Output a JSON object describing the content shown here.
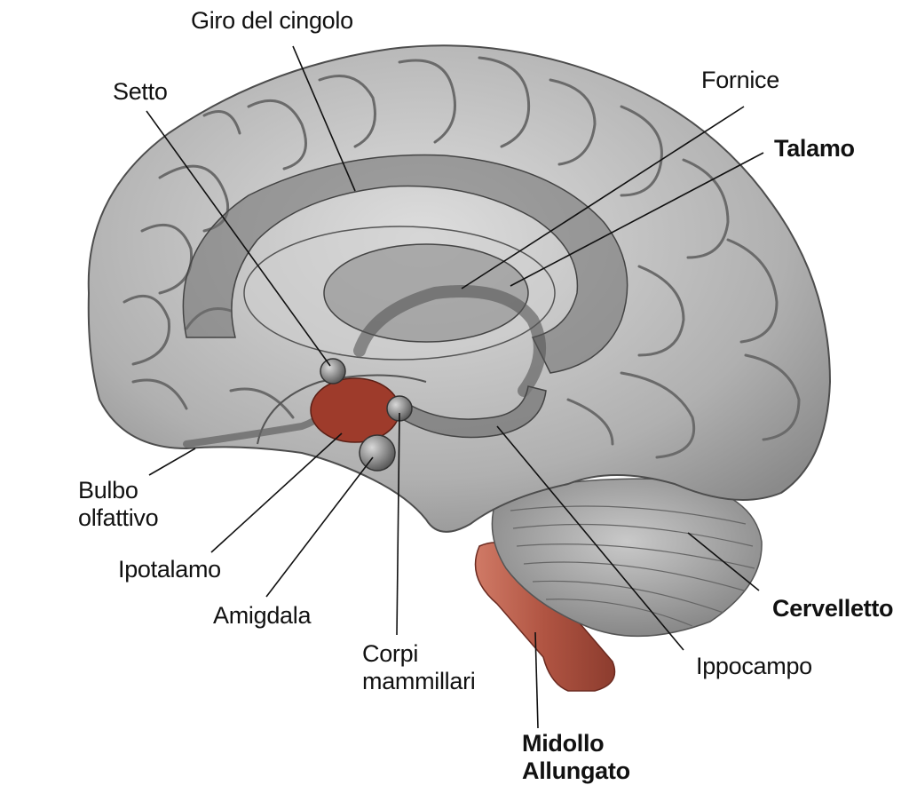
{
  "labels": {
    "giro_del_cingolo": "Giro del cingolo",
    "setto": "Setto",
    "fornice": "Fornice",
    "talamo": "Talamo",
    "bulbo_olfattivo_1": "Bulbo",
    "bulbo_olfattivo_2": "olfattivo",
    "ipotalamo": "Ipotalamo",
    "amigdala": "Amigdala",
    "corpi_mammillari_1": "Corpi",
    "corpi_mammillari_2": "mammillari",
    "midollo_allungato_1": "Midollo",
    "midollo_allungato_2": "Allungato",
    "ippocampo": "Ippocampo",
    "cervelletto": "Cervelletto"
  },
  "colors": {
    "cortex": "#a3a3a3",
    "cortex_light": "#d3d3d3",
    "limbic_overlay": "#6e6e6e",
    "hypothalamus": "#9e3b2b",
    "brainstem": "#b85a48",
    "leader_line": "#111111"
  }
}
